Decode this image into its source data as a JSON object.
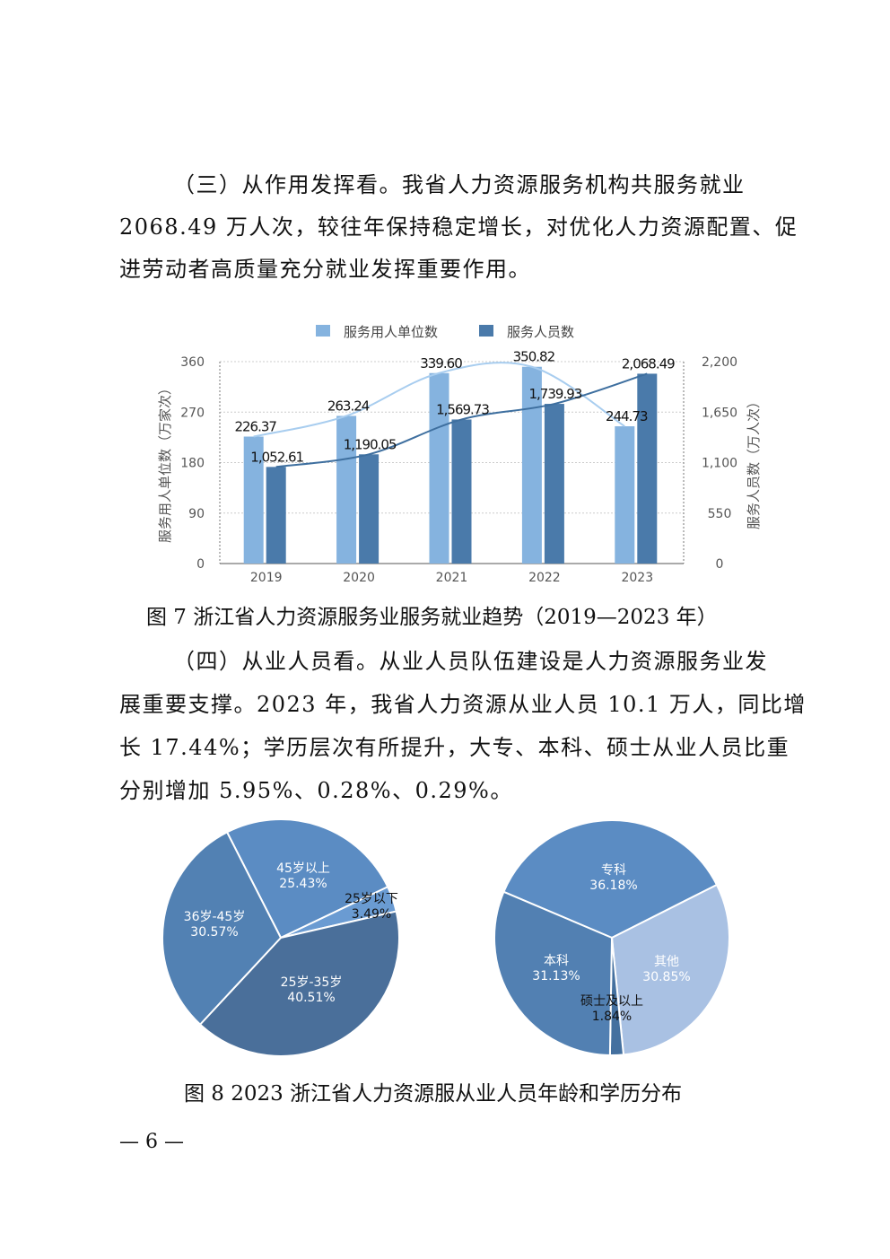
{
  "paragraph3": {
    "lines": [
      "（三）从作用发挥看。我省人力资源服务机构共服务就业",
      "2068.49 万人次，较往年保持稳定增长，对优化人力资源配置、促",
      "进劳动者高质量充分就业发挥重要作用。"
    ]
  },
  "figure7_caption": "图 7  浙江省人力资源服务业服务就业趋势（2019—2023 年）",
  "paragraph4": {
    "lines": [
      "（四）从业人员看。从业人员队伍建设是人力资源服务业发",
      "展重要支撑。2023 年，我省人力资源从业人员 10.1 万人，同比增",
      "长 17.44%；学历层次有所提升，大专、本科、硕士从业人员比重",
      "分别增加 5.95%、0.28%、0.29%。"
    ]
  },
  "figure8_caption": "图 8  2023 浙江省人力资源服从业人员年龄和学历分布",
  "page_number": "— 6 —",
  "chart_data": [
    {
      "type": "bar",
      "categories": [
        "2019",
        "2020",
        "2021",
        "2022",
        "2023"
      ],
      "series": [
        {
          "name": "服务用人单位数",
          "axis": "left",
          "color": "#85b3df",
          "values": [
            226.37,
            263.24,
            339.6,
            350.82,
            244.73
          ],
          "labels": [
            "226.37",
            "263.24",
            "339.60",
            "350.82",
            "244.73"
          ]
        },
        {
          "name": "服务人员数",
          "axis": "right",
          "color": "#4a7aaa",
          "values": [
            1052.61,
            1190.05,
            1569.73,
            1739.93,
            2068.49
          ],
          "labels": [
            "1,052.61",
            "1,190.05",
            "1,569.73",
            "1,739.93",
            "2,068.49"
          ]
        }
      ],
      "ylabel_left": "服务用人单位数（万家次）",
      "ylabel_right": "服务人员数（万人次）",
      "ylim_left": [
        0,
        360
      ],
      "ylim_right": [
        0,
        2200
      ],
      "yticks_left": [
        "0",
        "90",
        "180",
        "270",
        "360"
      ],
      "yticks_right": [
        "0",
        "550",
        "1,100",
        "1,650",
        "2,200"
      ],
      "legend": "top",
      "grid": true,
      "trendlines": true
    },
    {
      "type": "pie",
      "title": "年龄",
      "slices": [
        {
          "label": "45岁以上",
          "value": 25.43,
          "pct": "25.43%",
          "color": "#5b8cc3"
        },
        {
          "label": "25岁以下",
          "value": 3.49,
          "pct": "3.49%",
          "color": "#6a9bd2"
        },
        {
          "label": "25岁-35岁",
          "value": 40.51,
          "pct": "40.51%",
          "color": "#4a6f9a"
        },
        {
          "label": "36岁-45岁",
          "value": 30.57,
          "pct": "30.57%",
          "color": "#5281b3"
        }
      ]
    },
    {
      "type": "pie",
      "title": "学历",
      "slices": [
        {
          "label": "专科",
          "value": 36.18,
          "pct": "36.18%",
          "color": "#5b8cc3"
        },
        {
          "label": "其他",
          "value": 30.85,
          "pct": "30.85%",
          "color": "#a9c1e3"
        },
        {
          "label": "硕士及以上",
          "value": 1.84,
          "pct": "1.84%",
          "color": "#44709f"
        },
        {
          "label": "本科",
          "value": 31.13,
          "pct": "31.13%",
          "color": "#5280b2"
        }
      ]
    }
  ]
}
